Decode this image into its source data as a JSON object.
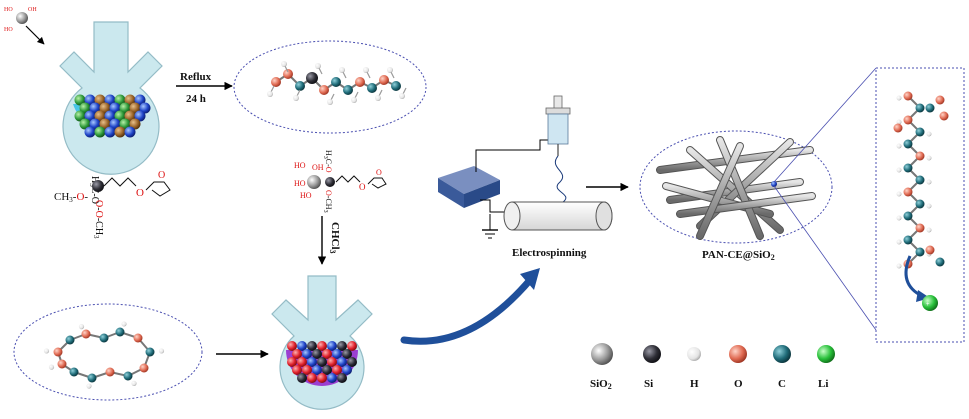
{
  "steps": {
    "reflux": "Reflux",
    "time": "24 h",
    "solvent_main": "CHCl",
    "solvent_sub": "3",
    "electrospinning": "Electrospinning",
    "product_main": "PAN-CE@SiO",
    "product_sub": "2"
  },
  "formula": {
    "ch3": "CH",
    "ch3_sub": "3",
    "o": "O",
    "dash": "-",
    "ho": "HO",
    "oh": "OH",
    "o_ch3": "O-CH",
    "h3c_o": "H",
    "c_o": "C-O"
  },
  "legend": [
    {
      "label": "SiO",
      "sub": "2",
      "color": "#9a9a9a"
    },
    {
      "label": "Si",
      "sub": "",
      "color": "#3a3a40"
    },
    {
      "label": "H",
      "sub": "",
      "color": "#f2f2f2"
    },
    {
      "label": "O",
      "sub": "",
      "color": "#e06a52"
    },
    {
      "label": "C",
      "sub": "",
      "color": "#1f6b78"
    },
    {
      "label": "Li",
      "sub": "",
      "color": "#28c03a"
    }
  ],
  "colors": {
    "glass": "#c9e7ee",
    "flask1_liquid": "#49c6e8",
    "flask2_liquid": "#9b3fd1",
    "arrow_blue": "#1f4f9a",
    "dotted": "#4a4fb0"
  }
}
